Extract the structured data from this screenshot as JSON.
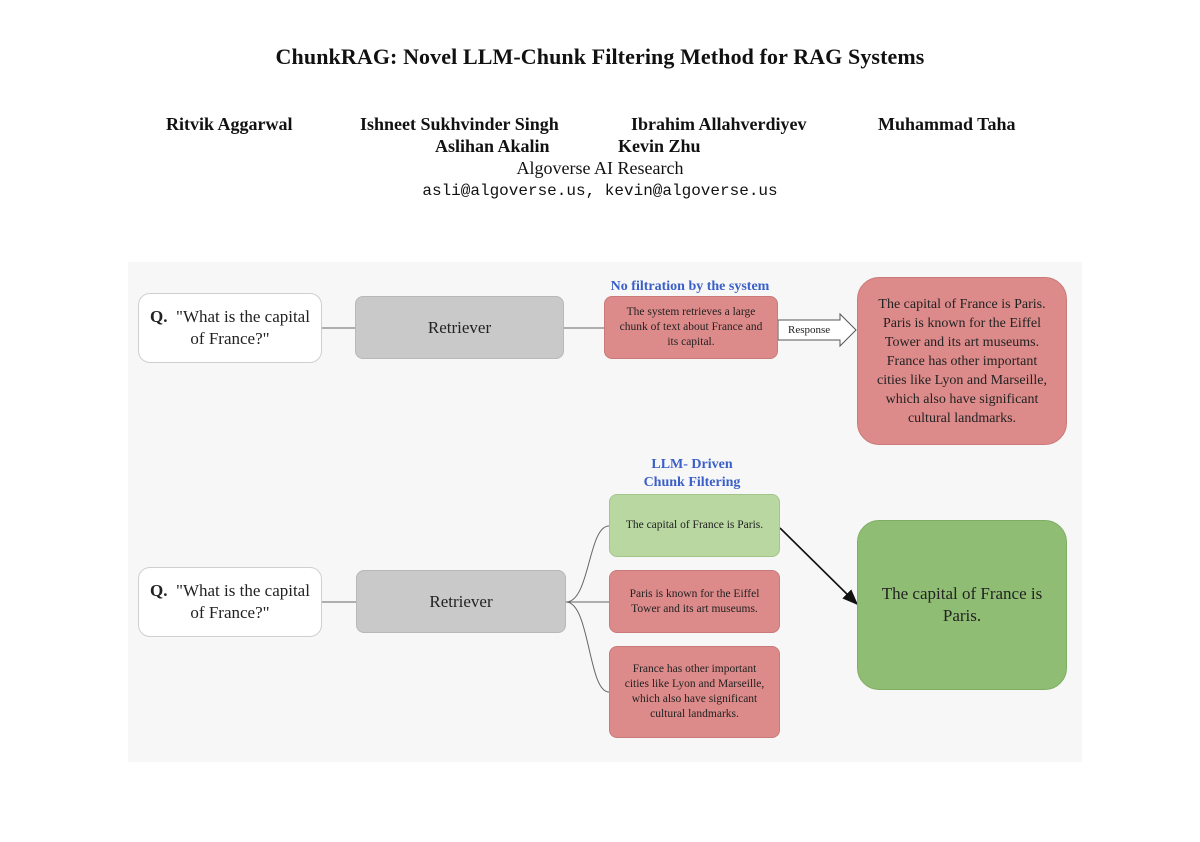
{
  "paper": {
    "title": "ChunkRAG: Novel LLM-Chunk Filtering Method for RAG Systems",
    "authors": [
      "Ritvik Aggarwal",
      "Ishneet Sukhvinder Singh",
      "Ibrahim Allahverdiyev",
      "Muhammad Taha",
      "Aslihan Akalin",
      "Kevin Zhu"
    ],
    "affiliation": "Algoverse AI Research",
    "emails": "asli@algoverse.us, kevin@algoverse.us"
  },
  "figure": {
    "top": {
      "question_prefix": "Q.",
      "question_text": "\"What is the capital of France?\"",
      "retriever_label": "Retriever",
      "section_label": "No filtration by the system",
      "chunk_text": "The system retrieves a large chunk of text about France and its capital.",
      "response_label": "Response",
      "answer_text": "The capital of France is Paris. Paris is known for the Eiffel Tower and its art museums. France has other important cities like Lyon and Marseille, which also have significant cultural landmarks."
    },
    "bottom": {
      "question_prefix": "Q.",
      "question_text": "\"What is the capital of France?\"",
      "retriever_label": "Retriever",
      "section_label_line1": "LLM- Driven",
      "section_label_line2": "Chunk Filtering",
      "chunks": [
        {
          "text": "The capital of France is Paris.",
          "status": "kept"
        },
        {
          "text": "Paris is known for the Eiffel Tower and its art museums.",
          "status": "filtered"
        },
        {
          "text": "France has other important cities like Lyon and Marseille, which also have significant cultural landmarks.",
          "status": "filtered"
        }
      ],
      "answer_text": "The capital of France is Paris."
    },
    "colors": {
      "label_blue": "#3a5fc8",
      "chunk_red": "#dd8b8a",
      "chunk_green": "#b9d7a1",
      "answer_green": "#90bd74",
      "retriever_gray": "#c9c9c9"
    }
  }
}
